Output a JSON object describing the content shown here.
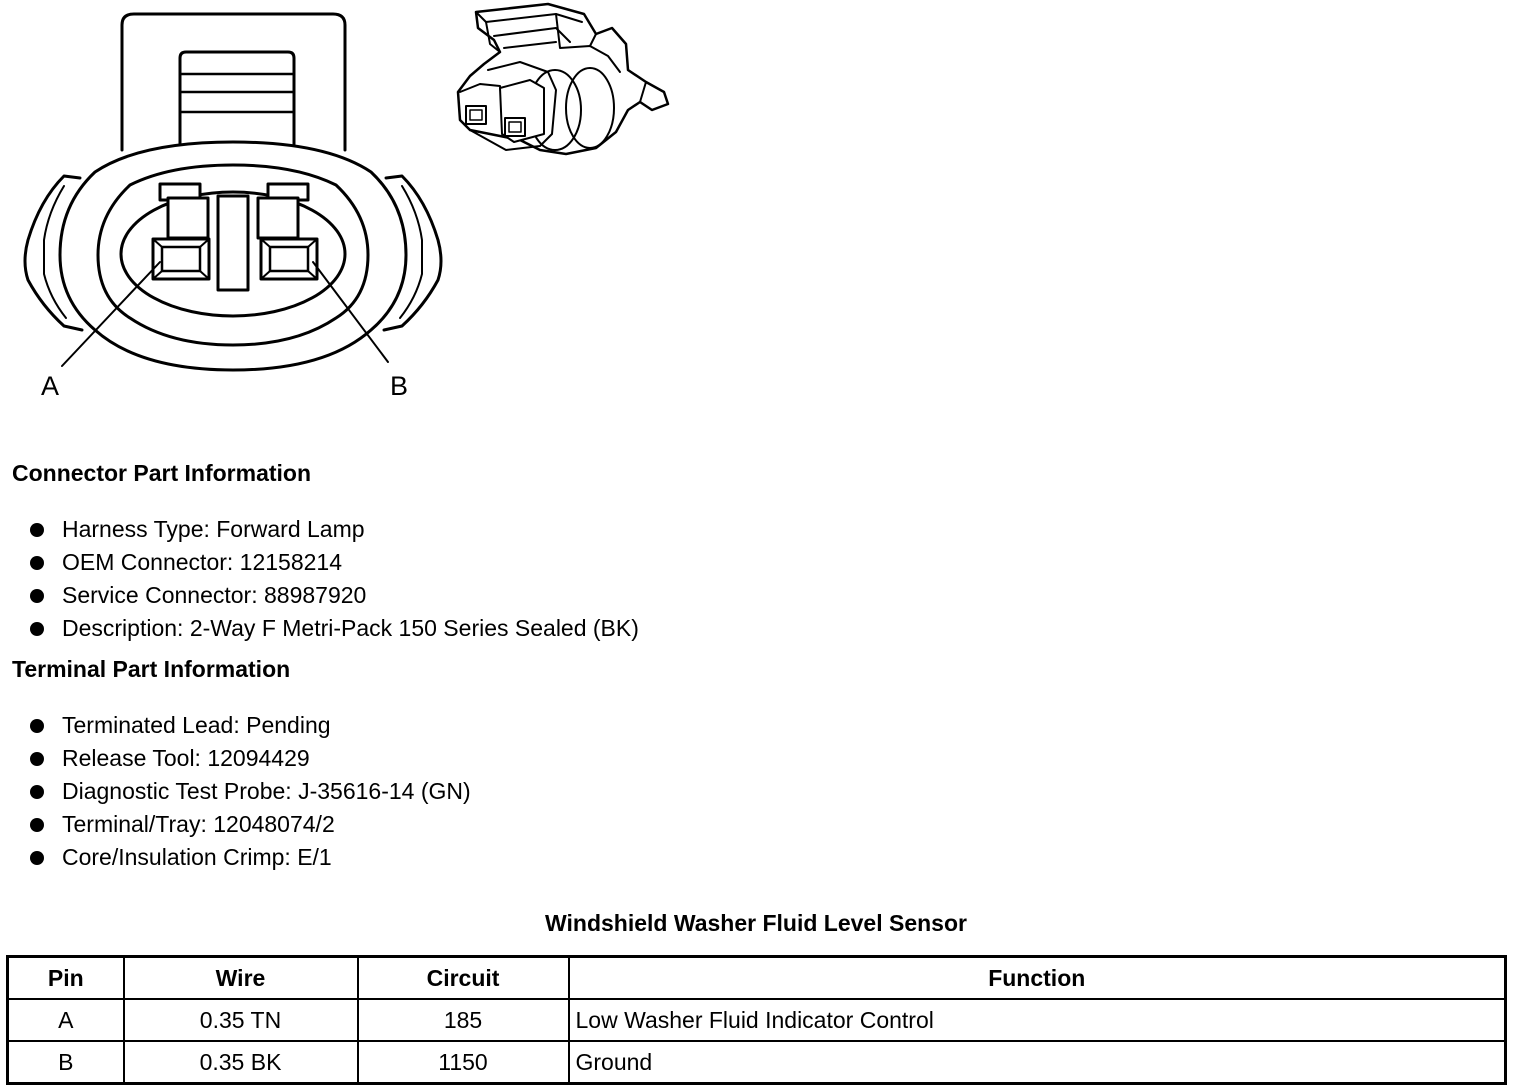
{
  "diagram": {
    "pin_labels": [
      "A",
      "B"
    ]
  },
  "connector_info": {
    "title": "Connector Part Information",
    "items": [
      "Harness Type: Forward Lamp",
      "OEM Connector: 12158214",
      "Service Connector: 88987920",
      "Description: 2-Way F Metri-Pack 150 Series Sealed (BK)"
    ]
  },
  "terminal_info": {
    "title": "Terminal Part Information",
    "items": [
      "Terminated Lead: Pending",
      "Release Tool: 12094429",
      "Diagnostic Test Probe: J-35616-14 (GN)",
      "Terminal/Tray: 12048074/2",
      "Core/Insulation Crimp: E/1"
    ]
  },
  "table": {
    "title": "Windshield Washer Fluid Level Sensor",
    "headers": [
      "Pin",
      "Wire",
      "Circuit",
      "Function"
    ],
    "rows": [
      [
        "A",
        "0.35 TN",
        "185",
        "Low Washer Fluid Indicator Control"
      ],
      [
        "B",
        "0.35 BK",
        "1150",
        "Ground"
      ]
    ]
  }
}
